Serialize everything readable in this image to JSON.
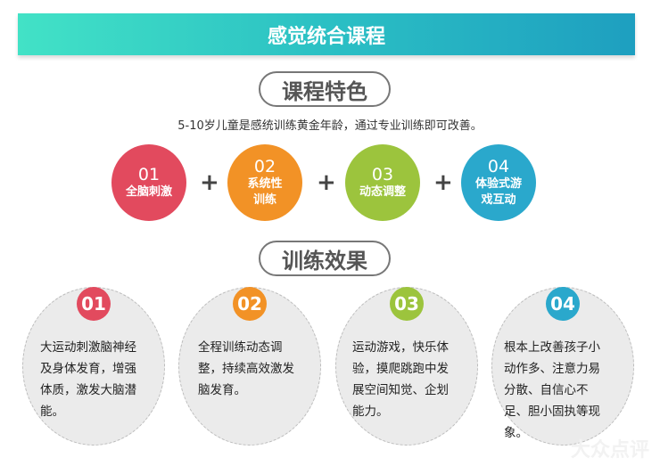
{
  "banner": {
    "title": "感觉统合课程",
    "color_start": "#42e2c6",
    "color_end": "#1e9fc0"
  },
  "features": {
    "heading": "课程特色",
    "subtitle": "5-10岁儿童是感统训练黄金年龄，通过专业训练即可改善。",
    "plus": "+",
    "items": [
      {
        "num": "01",
        "label": "全脑刺激",
        "color": "#e24a5e"
      },
      {
        "num": "02",
        "label": "系统性训练",
        "color": "#f29226"
      },
      {
        "num": "03",
        "label": "动态调整",
        "color": "#9cc43d"
      },
      {
        "num": "04",
        "label": "体验式游戏互动",
        "color": "#2aa8cc"
      }
    ]
  },
  "effects": {
    "heading": "训练效果",
    "items": [
      {
        "num": "01",
        "text": "大运动刺激脑神经及身体发育，增强体质，激发大脑潜能。",
        "color": "#e24a5e"
      },
      {
        "num": "02",
        "text": "全程训练动态调整，持续高效激发脑发育。",
        "color": "#f29226"
      },
      {
        "num": "03",
        "text": "运动游戏，快乐体验，摸爬跳跑中发展空间知觉、企划能力。",
        "color": "#9cc43d"
      },
      {
        "num": "04",
        "text": "根本上改善孩子小动作多、注意力易分散、自信心不足、胆小固执等现象。",
        "color": "#2aa8cc"
      }
    ]
  },
  "watermark": "大众点评"
}
